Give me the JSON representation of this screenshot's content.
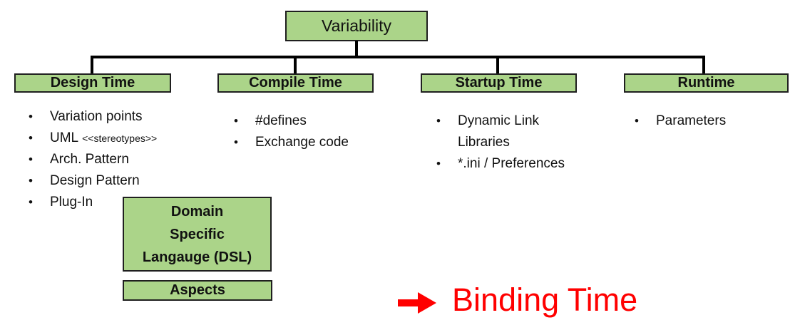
{
  "root": {
    "label": "Variability"
  },
  "list_bullet": "•",
  "branches": [
    {
      "header": "Design Time",
      "items": [
        {
          "text": "Variation points"
        },
        {
          "text": "UML",
          "small": "<<stereotypes>>"
        },
        {
          "text": "Arch. Pattern"
        },
        {
          "text": "Design Pattern"
        },
        {
          "text": "Plug-In"
        }
      ]
    },
    {
      "header": "Compile Time",
      "items": [
        {
          "text": "#defines"
        },
        {
          "text": "Exchange code"
        }
      ]
    },
    {
      "header": "Startup Time",
      "items": [
        {
          "text": "Dynamic Link Libraries"
        },
        {
          "text": "*.ini / Preferences"
        }
      ]
    },
    {
      "header": "Runtime",
      "items": [
        {
          "text": "Parameters"
        }
      ]
    }
  ],
  "dsl_box": {
    "lines": [
      "Domain",
      "Specific",
      "Langauge (DSL)"
    ]
  },
  "aspects_box": {
    "label": "Aspects"
  },
  "annotation": {
    "arrow_icon": "right-arrow",
    "label": "Binding Time"
  },
  "colors": {
    "box_fill": "#abd489",
    "box_border": "#1f1f1f",
    "connector": "#000000",
    "text": "#111111",
    "annotation": "#ff0000"
  }
}
